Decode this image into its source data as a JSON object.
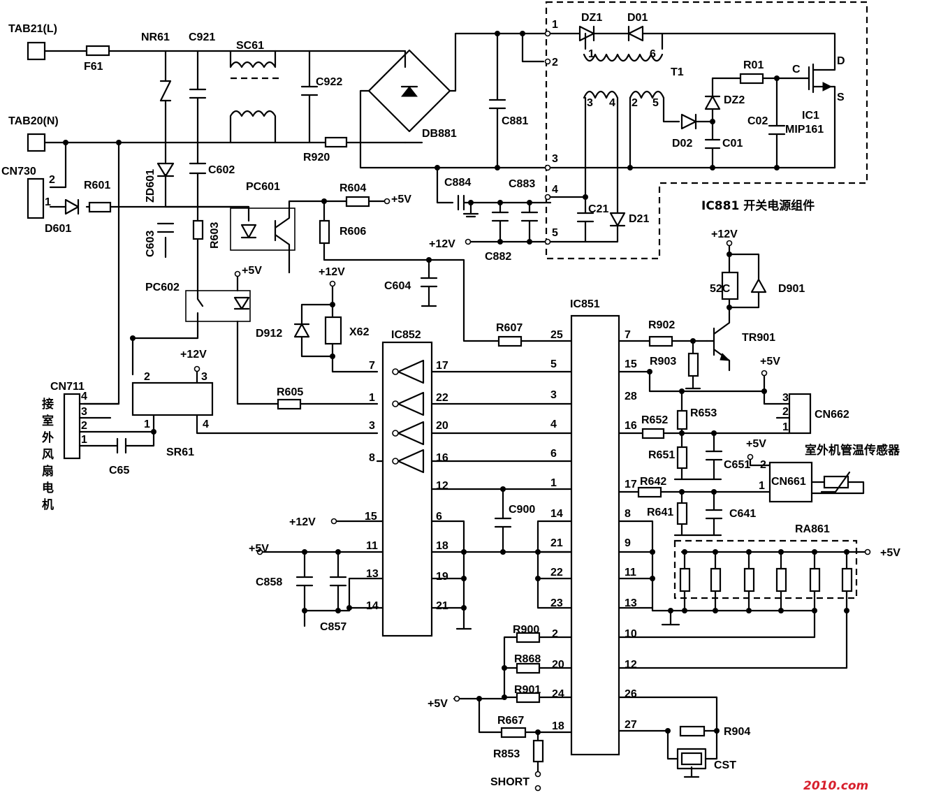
{
  "title": "IC881 开关电源组件",
  "watermark": "2010.com",
  "terminals": {
    "tab21": "TAB21(L)",
    "tab20": "TAB20(N)",
    "cn730": "CN730",
    "cn711": "CN711",
    "cn662": "CN662",
    "cn661": "CN661",
    "short": "SHORT"
  },
  "fan_label": [
    "接",
    "室",
    "外",
    "风",
    "扇",
    "电",
    "机"
  ],
  "sensor_label": "室外机管温传感器",
  "components": {
    "F61": "F61",
    "NR61": "NR61",
    "C921": "C921",
    "SC61": "SC61",
    "C922": "C922",
    "R920": "R920",
    "DB881": "DB881",
    "C881": "C881",
    "DZ1": "DZ1",
    "D01": "D01",
    "T1": "T1",
    "R01": "R01",
    "DZ2": "DZ2",
    "C02": "C02",
    "C01": "C01",
    "D02": "D02",
    "IC1": "IC1",
    "MIP161": "MIP161",
    "ZD601": "ZD601",
    "C602": "C602",
    "C603": "C603",
    "R603": "R603",
    "R601": "R601",
    "D601": "D601",
    "PC601": "PC601",
    "PC602": "PC602",
    "R604": "R604",
    "R606": "R606",
    "C604": "C604",
    "C884": "C884",
    "C883": "C883",
    "C882": "C882",
    "C21": "C21",
    "D21": "D21",
    "D912": "D912",
    "X62": "X62",
    "IC852": "IC852",
    "IC851": "IC851",
    "R605": "R605",
    "R607": "R607",
    "SR61": "SR61",
    "C65": "C65",
    "C900": "C900",
    "C858": "C858",
    "C857": "C857",
    "R902": "R902",
    "R903": "R903",
    "TR901": "TR901",
    "52C": "52C",
    "D901": "D901",
    "R653": "R653",
    "R652": "R652",
    "R651": "R651",
    "C651": "C651",
    "R642": "R642",
    "R641": "R641",
    "C641": "C641",
    "RA861": "RA861",
    "R900": "R900",
    "R868": "R868",
    "R901": "R901",
    "R667": "R667",
    "R853": "R853",
    "R904": "R904",
    "CST": "CST"
  },
  "rails": {
    "p5": "+5V",
    "p12": "+12V"
  },
  "pin_labels": {
    "t1": [
      "1",
      "2",
      "3",
      "4",
      "5"
    ],
    "t1w": [
      "1",
      "6",
      "3",
      "4",
      "2",
      "5"
    ],
    "ic1": [
      "C",
      "D",
      "S"
    ],
    "cn730": [
      "2",
      "1"
    ],
    "cn711": [
      "4",
      "3",
      "2",
      "1"
    ],
    "sr61": [
      "2",
      "3",
      "1",
      "4"
    ],
    "ic852_left": [
      "7",
      "1",
      "3",
      "8",
      "15",
      "11",
      "13",
      "14"
    ],
    "ic852_right": [
      "17",
      "22",
      "20",
      "16",
      "12",
      "6",
      "18",
      "19",
      "21"
    ],
    "ic851_left": [
      "25",
      "5",
      "3",
      "4",
      "6",
      "1",
      "14",
      "21",
      "22",
      "23",
      "2",
      "20",
      "24",
      "18"
    ],
    "ic851_right": [
      "7",
      "15",
      "28",
      "16",
      "17",
      "8",
      "9",
      "11",
      "13",
      "10",
      "12",
      "26",
      "27"
    ],
    "cn662": [
      "3",
      "2",
      "1"
    ],
    "cn661": [
      "2",
      "1"
    ]
  }
}
